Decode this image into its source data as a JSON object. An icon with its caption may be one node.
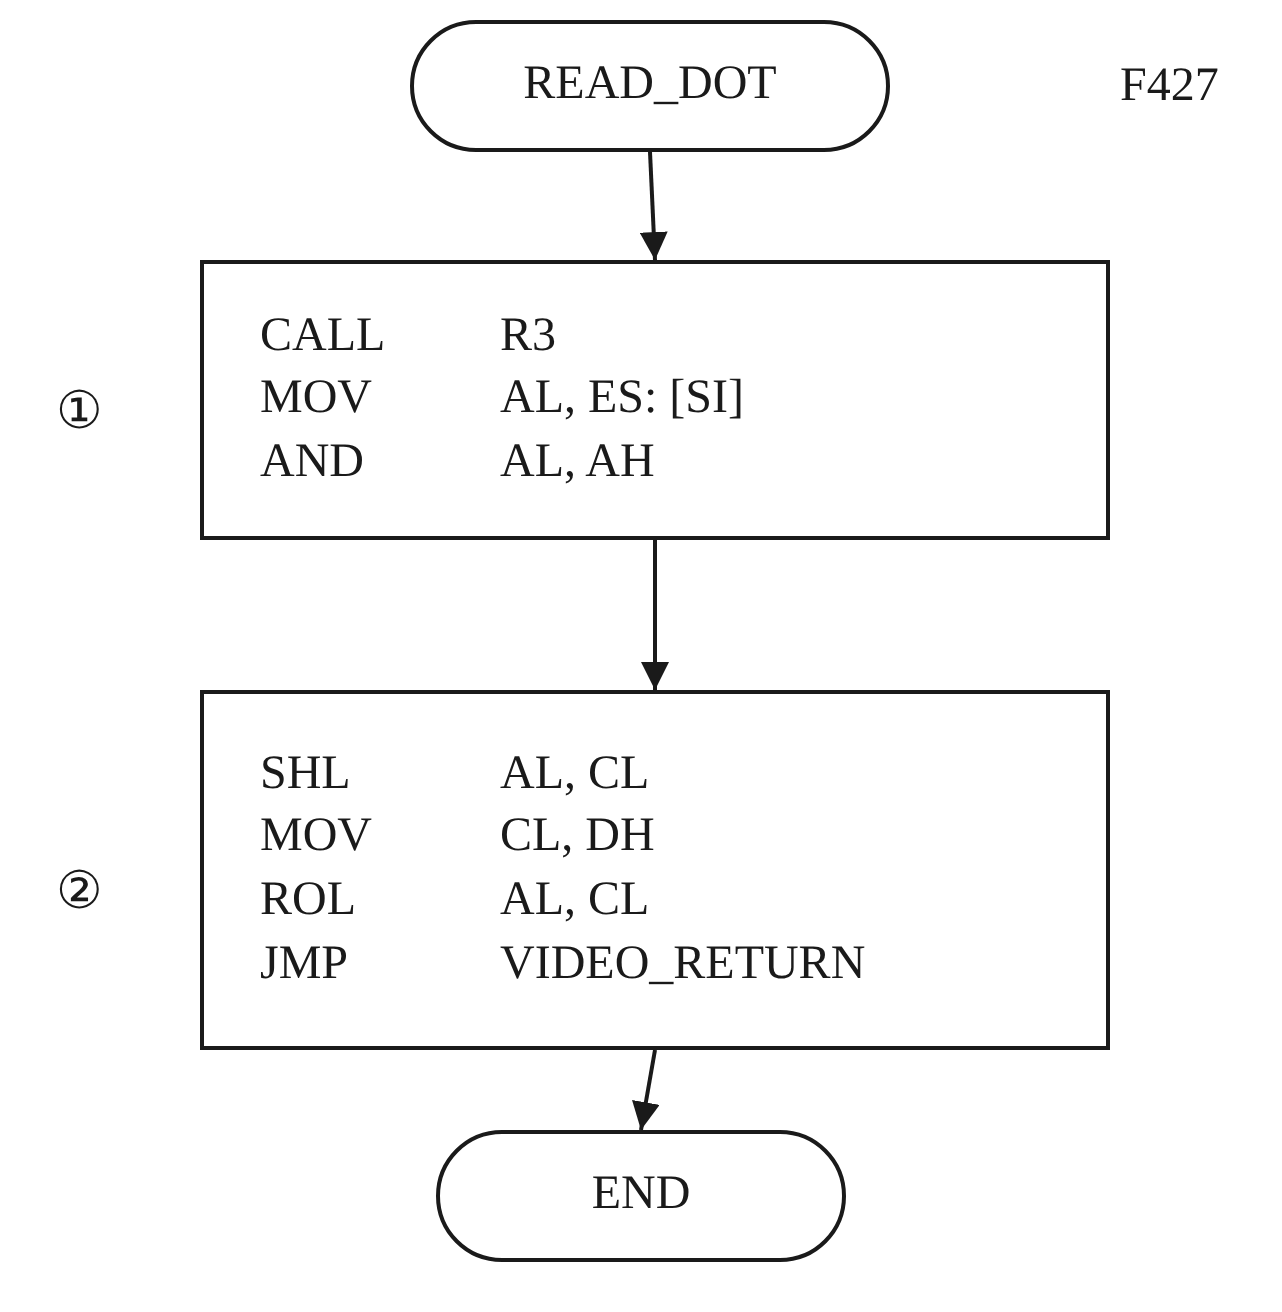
{
  "diagram": {
    "nodes": [
      {
        "text": [
          "READ_DOT"
        ]
      },
      {
        "text": [
          "CALL",
          "R3",
          "MOV",
          "AL, ES: [SI]",
          "AND",
          "AL, AH"
        ],
        "beside": [
          "①"
        ]
      },
      {
        "text": [
          "SHL",
          "AL, CL",
          "MOV",
          "CL, DH",
          "ROL",
          "AL, CL",
          "JMP",
          "VIDEO_RETURN"
        ],
        "beside": [
          "②"
        ]
      },
      {
        "text": [
          "END"
        ]
      }
    ],
    "edges": [
      {
        "from": 0,
        "to": 1,
        "arrow": "to"
      },
      {
        "from": 1,
        "to": 2,
        "arrow": "to"
      },
      {
        "from": 2,
        "to": 3,
        "arrow": "to"
      }
    ],
    "labels": [
      "F427"
    ]
  }
}
